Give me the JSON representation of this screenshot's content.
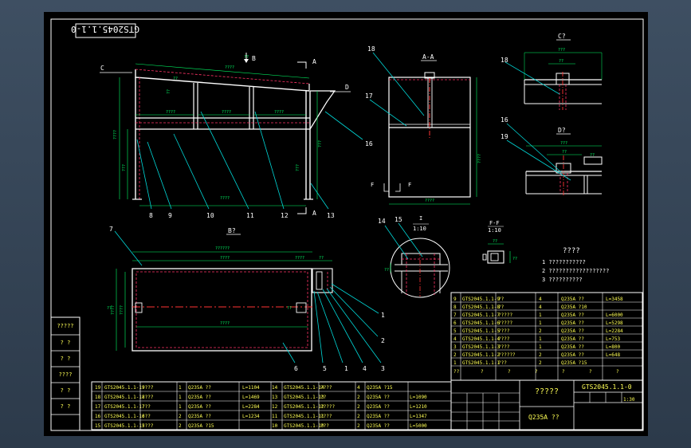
{
  "title_block": {
    "drawing_number_rotated": "GTS2045.1.1-0",
    "drawing_number": "GTS2045.1.1-0",
    "name": "?????",
    "material": "Q235A ??",
    "scale": "1:30"
  },
  "side_strip": [
    "?????",
    "? ?",
    "? ?",
    "????",
    "? ?",
    "? ?"
  ],
  "views": {
    "view_b_arrow": "B",
    "section_a_arrow": "A",
    "c_label": "C",
    "d_label": "D",
    "section_aa": "A-A",
    "view_b": "B?",
    "view_c": "C?",
    "view_d": "D?",
    "section_ff": "F-F",
    "section_ff_scale": "1:10",
    "detail_i": "I",
    "detail_i_scale": "1:10",
    "f_mark": "F"
  },
  "balloons": {
    "main": [
      "8",
      "9",
      "10",
      "11",
      "12",
      "13",
      "16"
    ],
    "section": [
      "18",
      "17"
    ],
    "plan": [
      "7",
      "6",
      "5",
      "1",
      "4",
      "3",
      "2",
      "1"
    ],
    "detail": [
      "14",
      "15"
    ],
    "views": [
      "18",
      "16",
      "19"
    ]
  },
  "notes": {
    "title": "????",
    "lines": [
      "1 ???????????",
      "2 ??????????????????",
      "3 ??????????"
    ]
  },
  "bom_right": {
    "rows": [
      [
        "9",
        "GTS2045.1.1-9",
        "??",
        "4",
        "Q235A ??",
        "L=3458"
      ],
      [
        "8",
        "GTS2045.1.1-8",
        "??",
        "4",
        "Q235A ?10",
        ""
      ],
      [
        "7",
        "GTS2045.1.1-7",
        "?????",
        "1",
        "Q235A ??",
        "L=6000"
      ],
      [
        "6",
        "GTS2045.1.1-6",
        "?????",
        "1",
        "Q235A ??",
        "L=5298"
      ],
      [
        "5",
        "GTS2045.1.1-5",
        "????",
        "2",
        "Q235A ??",
        "L=2284"
      ],
      [
        "4",
        "GTS2045.1.1-4",
        "????",
        "1",
        "Q235A ??",
        "L=753"
      ],
      [
        "3",
        "GTS2045.1.1-3",
        "????",
        "1",
        "Q235A ??",
        "L=800"
      ],
      [
        "2",
        "GTS2045.1.1-2",
        "??????",
        "2",
        "Q235A ??",
        "L=648"
      ],
      [
        "1",
        "GTS2045.1.1-1",
        "???",
        "2",
        "Q235A ?15",
        ""
      ]
    ],
    "header": [
      "??",
      "?",
      "?",
      "?",
      "?",
      "?",
      "?"
    ]
  },
  "bom_bottom": {
    "rows": [
      [
        "19",
        "GTS2045.1.1-19",
        "????",
        "1",
        "Q235A ??",
        "L=1104",
        "14",
        "GTS2045.1.1-14",
        "????",
        "4",
        "Q235A ?15",
        ""
      ],
      [
        "18",
        "GTS2045.1.1-18",
        "????",
        "1",
        "Q235A ??",
        "L=1469",
        "13",
        "GTS2045.1.1-13",
        "??",
        "2",
        "Q235A ??",
        "L=1090"
      ],
      [
        "17",
        "GTS2045.1.1-17",
        "???",
        "1",
        "Q235A ??",
        "L=2284",
        "12",
        "GTS2045.1.1-12",
        "?????",
        "2",
        "Q235A ??",
        "L=1210"
      ],
      [
        "16",
        "GTS2045.1.1-16",
        "???",
        "2",
        "Q235A ??",
        "L=1234",
        "11",
        "GTS2045.1.1-11",
        "????",
        "2",
        "Q235A ??",
        "L=1347"
      ],
      [
        "15",
        "GTS2045.1.1-15",
        "????",
        "2",
        "Q235A ?15",
        "",
        "10",
        "GTS2045.1.1-10",
        "???",
        "2",
        "Q235A ??",
        "L=5000"
      ]
    ]
  },
  "colors": {
    "frame": "#ffffff",
    "outline": "#ffffff",
    "lead": "#00d8d8",
    "dim": "#00ff66",
    "hidden": "#ff3366",
    "center": "#ff3333",
    "section_cut": "#ff3333",
    "table_text": "#ffff55",
    "white_text": "#ffffff"
  }
}
